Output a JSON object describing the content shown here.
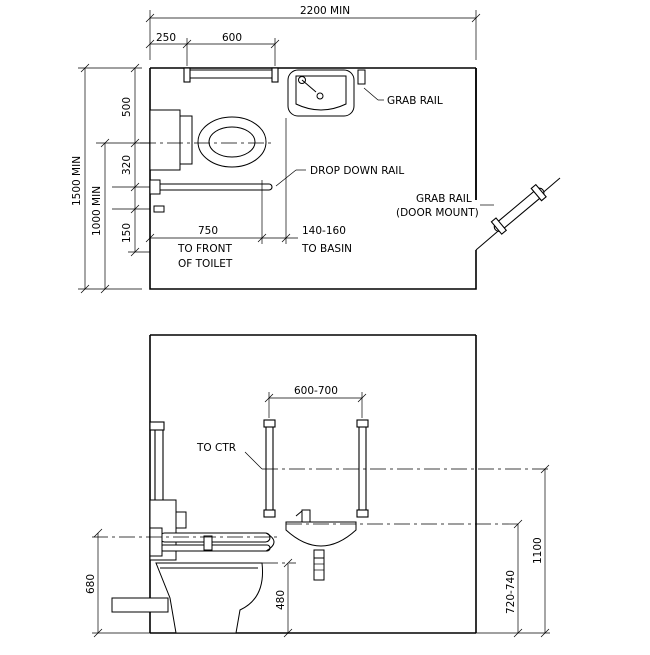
{
  "plan": {
    "dims": {
      "width_total": "2200 MIN",
      "left_offset": "250",
      "rail_length": "600",
      "depth_total": "1500 MIN",
      "depth_mid": "1000 MIN",
      "dim_500": "500",
      "dim_320": "320",
      "dim_150": "150",
      "to_toilet_value": "750",
      "to_toilet_line1": "TO FRONT",
      "to_toilet_line2": "OF TOILET",
      "to_basin_value": "140-160",
      "to_basin_label": "TO BASIN"
    },
    "labels": {
      "grab_rail": "GRAB RAIL",
      "drop_down_rail": "DROP DOWN RAIL",
      "grab_rail_door_line1": "GRAB RAIL",
      "grab_rail_door_line2": "(DOOR MOUNT)"
    }
  },
  "elevation": {
    "dims": {
      "rail_spacing": "600-700",
      "to_ctr": "TO CTR",
      "height_1100": "1100",
      "height_basin": "720-740",
      "height_680": "680",
      "height_480": "480"
    }
  }
}
